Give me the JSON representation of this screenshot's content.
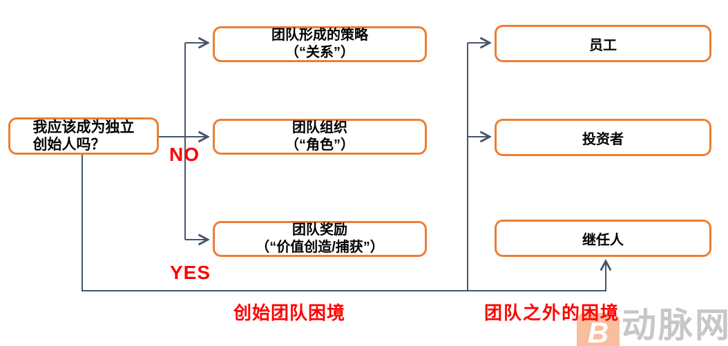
{
  "flowchart": {
    "question": {
      "line1": "我应该成为独立",
      "line2": "创始人吗？"
    },
    "decision_labels": {
      "no": "NO",
      "yes": "YES"
    },
    "team_boxes": [
      {
        "title": "团队形成的策略",
        "subtitle": "（“关系”）"
      },
      {
        "title": "团队组织",
        "subtitle": "（“角色”）"
      },
      {
        "title": "团队奖励",
        "subtitle": "（“价值创造/捕获”）"
      }
    ],
    "outside_boxes": [
      {
        "label": "员工"
      },
      {
        "label": "投资者"
      },
      {
        "label": "继任人"
      }
    ],
    "section_labels": {
      "founding_team": "创始团队困境",
      "outside_team": "团队之外的困境"
    },
    "colors": {
      "box_border": "#ED7D31",
      "connector": "#44546A",
      "label_red": "#FF0000",
      "box_text": "#000000",
      "watermark_orange": "#F2884F",
      "watermark_gray": "#BDBDBD"
    }
  },
  "watermark": {
    "logo_glyph": "B",
    "site_name": "动脉网"
  }
}
